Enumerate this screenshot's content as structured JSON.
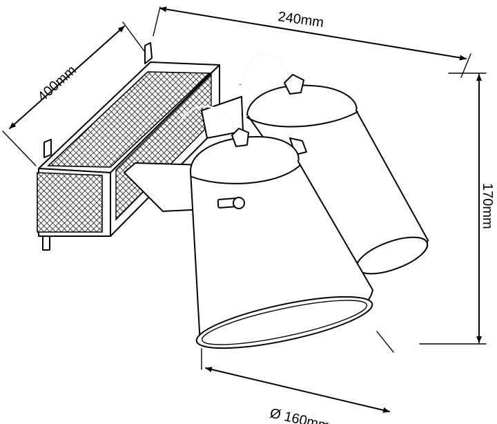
{
  "dimensions": {
    "width_label": "240mm",
    "depth_label": "400mm",
    "height_label": "170mm",
    "diameter_label": "Ø 160mm"
  }
}
